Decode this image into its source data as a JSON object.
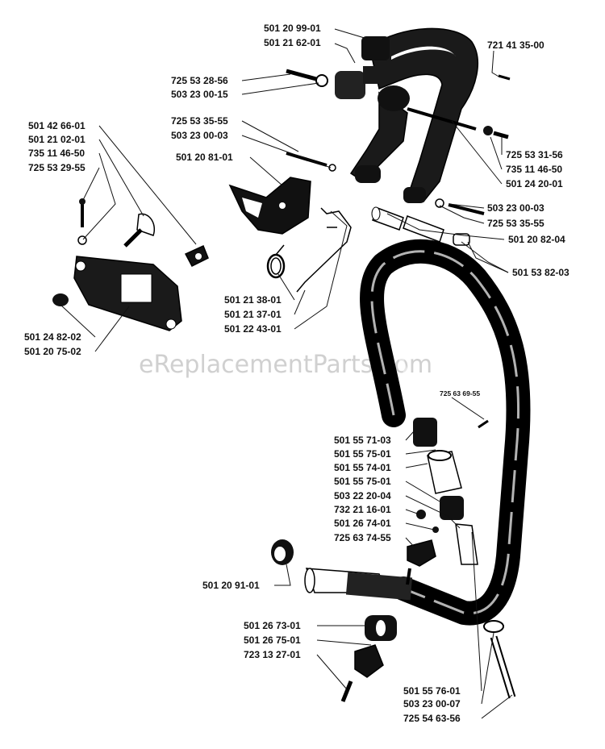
{
  "watermark": "eReplacementParts.com",
  "labels": {
    "p501209901": "501 20 99-01",
    "p501216201": "501 21 62-01",
    "p721413500": "721 41 35-00",
    "p725532856": "725 53 28-56",
    "p503230015": "503 23 00-15",
    "p501426601": "501 42 66-01",
    "p725533555a": "725 53 35-55",
    "p503230003a": "503 23 00-03",
    "p501210201": "501 21 02-01",
    "p735114650a": "735 11 46-50",
    "p725532955": "725 53 29-55",
    "p501208101": "501 20 81-01",
    "p725533156": "725 53 31-56",
    "p735114650b": "735 11 46-50",
    "p501242001": "501 24 20-01",
    "p503230003b": "503 23 00-03",
    "p725533555b": "725 53 35-55",
    "p501208204": "501 20 82-04",
    "p501538203": "501 53 82-03",
    "p501213801": "501 21 38-01",
    "p501213701": "501 21 37-01",
    "p501224301": "501 22 43-01",
    "p501248202": "501 24 82-02",
    "p501207502": "501 20 75-02",
    "p725636955": "725 63 69-55",
    "p501557103": "501 55 71-03",
    "p501557501a": "501 55 75-01",
    "p501557401": "501 55 74-01",
    "p501557501b": "501 55 75-01",
    "p503222004": "503 22 20-04",
    "p732211601": "732 21 16-01",
    "p501267401": "501 26 74-01",
    "p725637455": "725 63 74-55",
    "p501209101": "501 20 91-01",
    "p501267301": "501 26 73-01",
    "p501267501": "501 26 75-01",
    "p723132701": "723 13 27-01",
    "p501557601": "501 55 76-01",
    "p503230007": "503 23 00-07",
    "p725546356": "725 54 63-56"
  }
}
